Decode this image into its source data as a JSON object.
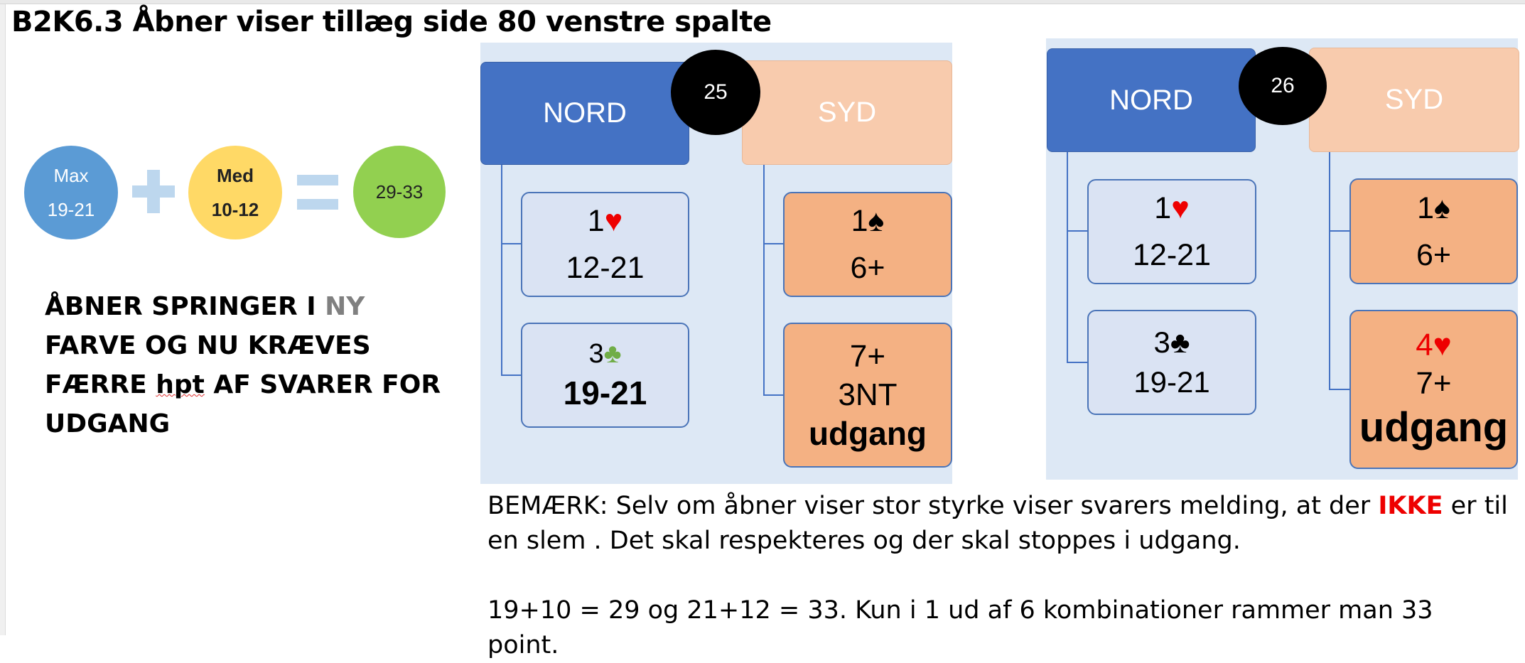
{
  "title": "B2K6.3 Åbner viser tillæg side 80 venstre spalte",
  "equation": {
    "max": {
      "label": "Max",
      "range": "19-21"
    },
    "med": {
      "label": "Med",
      "range": "10-12"
    },
    "sum": "29-33"
  },
  "left_text": {
    "l1_a": "ÅBNER SPRINGER I ",
    "l1_b": "NY",
    "l2": "FARVE OG NU KRÆVES",
    "l3_a": "FÆRRE ",
    "l3_b": "hpt",
    "l3_c": " AF SVARER FOR",
    "l4": "UDGANG"
  },
  "diagrams": [
    {
      "number": "25",
      "nord": "NORD",
      "syd": "SYD",
      "n1": {
        "level": "1",
        "suit": "♥",
        "points": "12-21"
      },
      "n2": {
        "level": "3",
        "suit": "♣",
        "points": "19-21"
      },
      "s1": {
        "level": "1",
        "suit": "♠",
        "points": "6+"
      },
      "s2": {
        "line1": "7+",
        "line2": "3NT",
        "line3": "udgang"
      }
    },
    {
      "number": "26",
      "nord": "NORD",
      "syd": "SYD",
      "n1": {
        "level": "1",
        "suit": "♥",
        "points": "12-21"
      },
      "n2": {
        "level": "3",
        "suit": "♣",
        "points": "19-21"
      },
      "s1": {
        "level": "1",
        "suit": "♠",
        "points": "6+"
      },
      "s2": {
        "bid": "4♥",
        "points": "7+",
        "line3": "udgang"
      }
    }
  ],
  "note": {
    "p1_a": "BEMÆRK: Selv om åbner viser stor styrke viser svarers melding, at der ",
    "p1_b": "IKKE",
    "p1_c": " er til en slem . Det skal respekteres og der skal stoppes i udgang.",
    "p2": "19+10 = 29 og 21+12 = 33. Kun i 1 ud af 6 kombinationer rammer man 33 point."
  },
  "colors": {
    "nord": "#4472c4",
    "syd": "#f8cbad",
    "panel": "#dde8f5",
    "card_nord": "#dae3f3",
    "card_syd": "#f4b183",
    "red": "#ee0000",
    "green_suit": "#70ad47",
    "max_circle": "#5b9bd5",
    "med_circle": "#ffd966",
    "sum_circle": "#92d050"
  }
}
